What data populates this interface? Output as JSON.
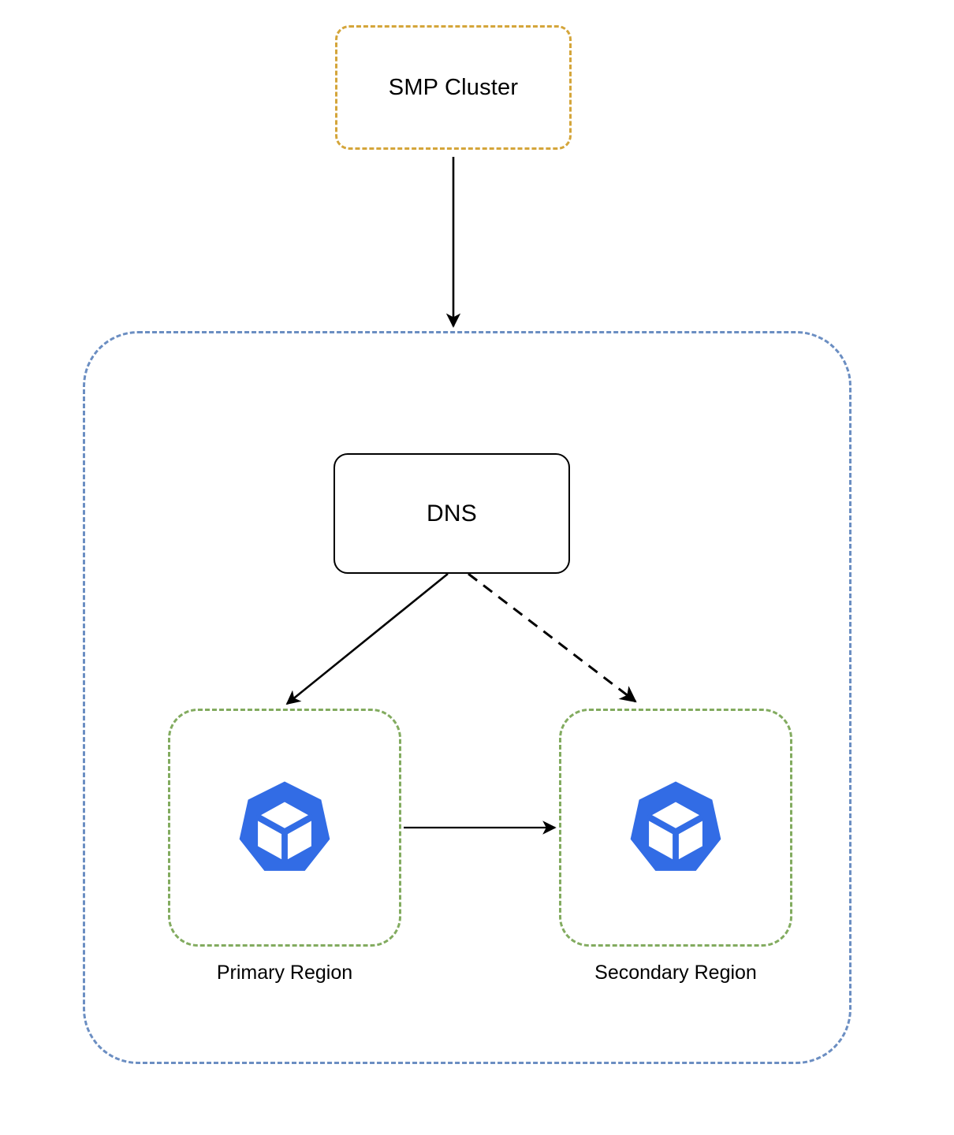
{
  "diagram": {
    "title": "SMP Cluster multi-region Kubernetes DNS failover diagram",
    "colors": {
      "smp_border": "#d4a53a",
      "cloud_border": "#6b8ec2",
      "region_border": "#82ab5f",
      "node_border": "#000000",
      "edge": "#000000",
      "kubernetes_blue": "#326ce5",
      "background": "#ffffff"
    }
  },
  "nodes": {
    "smp_cluster": {
      "label": "SMP Cluster",
      "shape": "rounded-rectangle",
      "border_style": "dashed",
      "border_color": "#d4a53a"
    },
    "cloud_boundary": {
      "label": "",
      "shape": "rounded-rectangle",
      "border_style": "dashed",
      "border_color": "#6b8ec2"
    },
    "dns": {
      "label": "DNS",
      "shape": "rounded-rectangle",
      "border_style": "solid",
      "border_color": "#000000"
    },
    "primary_region": {
      "label": "Primary Region",
      "shape": "rounded-rectangle",
      "border_style": "dashed",
      "border_color": "#82ab5f",
      "icon": "kubernetes-icon"
    },
    "secondary_region": {
      "label": "Secondary Region",
      "shape": "rounded-rectangle",
      "border_style": "dashed",
      "border_color": "#82ab5f",
      "icon": "kubernetes-icon"
    }
  },
  "edges": [
    {
      "id": "smp-to-cloud",
      "from": "smp_cluster",
      "to": "cloud_boundary",
      "style": "solid",
      "arrowhead": "end",
      "label": ""
    },
    {
      "id": "dns-to-primary",
      "from": "dns",
      "to": "primary_region",
      "style": "solid",
      "arrowhead": "end",
      "label": ""
    },
    {
      "id": "dns-to-secondary",
      "from": "dns",
      "to": "secondary_region",
      "style": "dashed",
      "arrowhead": "end",
      "label": ""
    },
    {
      "id": "primary-to-secondary",
      "from": "primary_region",
      "to": "secondary_region",
      "style": "solid",
      "arrowhead": "end",
      "label": ""
    }
  ]
}
